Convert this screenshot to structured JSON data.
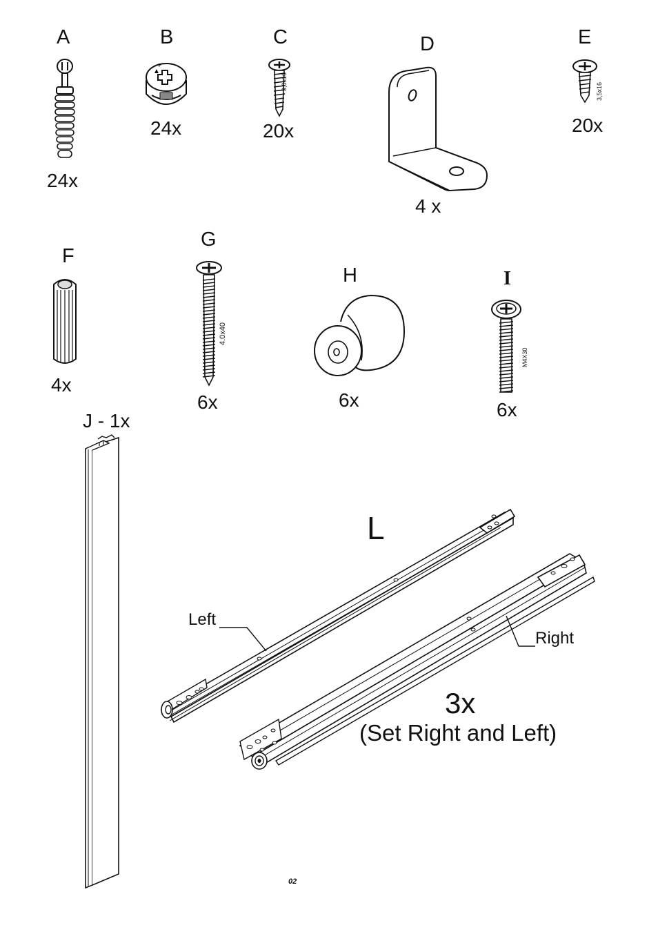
{
  "parts": [
    {
      "letter": "A",
      "qty": "24x"
    },
    {
      "letter": "B",
      "qty": "24x"
    },
    {
      "letter": "C",
      "qty": "20x",
      "spec": "3,0x16"
    },
    {
      "letter": "D",
      "qty": "4 x"
    },
    {
      "letter": "E",
      "qty": "20x",
      "spec": "3,5x16"
    },
    {
      "letter": "F",
      "qty": "4x"
    },
    {
      "letter": "G",
      "qty": "6x",
      "spec": "4.0x40"
    },
    {
      "letter": "H",
      "qty": "6x"
    },
    {
      "letter": "I",
      "qty": "6x",
      "spec": "M4X30"
    }
  ],
  "profile_j": {
    "label": "J - 1x"
  },
  "slides_l": {
    "letter": "L",
    "left_label": "Left",
    "right_label": "Right",
    "qty": "3x",
    "note": "(Set Right and Left)"
  },
  "page_number": "02"
}
